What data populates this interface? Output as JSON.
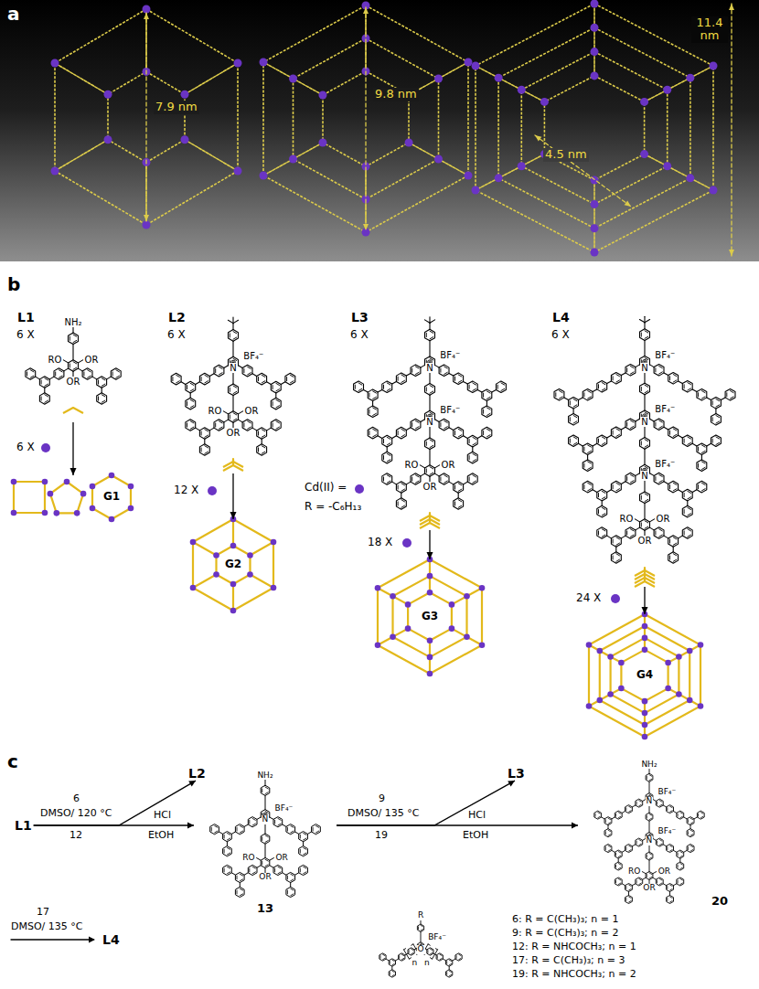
{
  "diagram": {
    "nodes": [
      {
        "text": [
          "L1"
        ]
      },
      {
        "text": [
          "L2"
        ]
      },
      {
        "text": [
          "L3"
        ]
      },
      {
        "text": [
          "L4"
        ]
      },
      {
        "text": [
          "G1"
        ]
      },
      {
        "text": [
          "G2"
        ]
      },
      {
        "text": [
          "G3"
        ]
      },
      {
        "text": [
          "G4"
        ]
      },
      {
        "text": [
          "L1"
        ]
      },
      {
        "text": [
          "L2"
        ]
      },
      {
        "text": [
          "13"
        ]
      },
      {
        "text": [
          "L3"
        ]
      },
      {
        "text": [
          "20"
        ]
      },
      {
        "text": [
          "L4"
        ]
      }
    ],
    "edges": [
      {
        "from": 0,
        "to": 4,
        "arrow": "to"
      },
      {
        "from": 1,
        "to": 5,
        "arrow": "to"
      },
      {
        "from": 2,
        "to": 6,
        "arrow": "to"
      },
      {
        "from": 3,
        "to": 7,
        "arrow": "to"
      },
      {
        "from": 8,
        "to": 9,
        "arrow": "to"
      },
      {
        "from": 8,
        "to": 10,
        "arrow": "to"
      },
      {
        "from": 10,
        "to": 11,
        "arrow": "to"
      },
      {
        "from": 10,
        "to": 12,
        "arrow": "to"
      }
    ],
    "labels": [
      "a",
      "7.9 nm",
      "9.8 nm",
      "4.5 nm",
      "11.4 nm",
      "b",
      "6 X",
      "NH₂",
      "RO",
      "OR",
      "OR",
      "6 X",
      "BF₄⁻",
      "N",
      "RO",
      "OR",
      "OR",
      "6 X",
      "BF₄⁻",
      "N",
      "BF₄⁻",
      "N",
      "RO",
      "OR",
      "OR",
      "6 X",
      "BF₄⁻",
      "N",
      "BF₄⁻",
      "N",
      "BF₄⁻",
      "N",
      "RO",
      "OR",
      "OR",
      "6 X",
      "12 X",
      "18 X",
      "24 X",
      "Cd(II) =",
      "R = -C₆H₁₃",
      "c",
      "6",
      "DMSO/ 120 °C",
      "12",
      "HCl",
      "EtOH",
      "NH₂",
      "BF₄⁻",
      "N",
      "RO",
      "OR",
      "OR",
      "9",
      "DMSO/ 135 °C",
      "19",
      "HCl",
      "EtOH",
      "NH₂",
      "BF₄⁻",
      "N",
      "BF₄⁻",
      "N",
      "RO",
      "OR",
      "OR",
      "17",
      "DMSO/ 135 °C",
      "R",
      "BF₄⁻",
      "O",
      "n",
      "n",
      "6: R = C(CH₃)₃; n = 1",
      "9: R = C(CH₃)₃; n = 2",
      "12: R = NHCOCH₃; n = 1",
      "17: R = C(CH₃)₃; n = 3",
      "19: R = NHCOCH₃; n = 2"
    ]
  }
}
